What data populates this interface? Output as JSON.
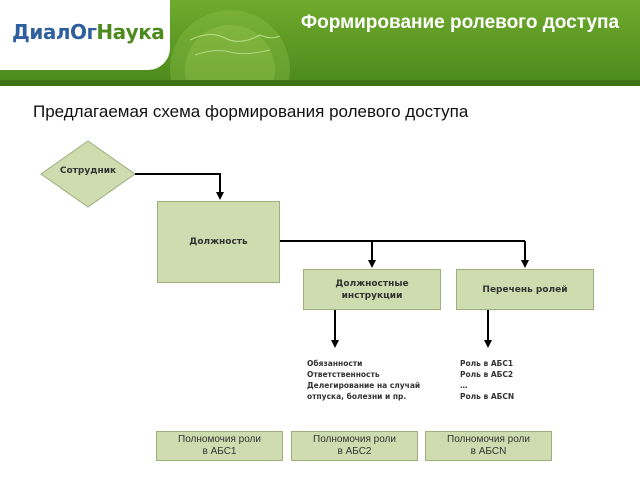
{
  "header": {
    "logo_main": "ДиалОг",
    "logo_accent": "Наука",
    "title": "Формирование ролевого доступа"
  },
  "subtitle": "Предлагаемая схема формирования ролевого доступа",
  "diagram": {
    "employee": "Сотрудник",
    "position": "Должность",
    "job_instructions": "Должностные инструкции",
    "role_list": "Перечень ролей",
    "duties": [
      "Обязанности",
      "Ответственность",
      "Делегирование на случай",
      "отпуска, болезни и пр."
    ],
    "roles": [
      "Роль в АБС1",
      "Роль в АБС2",
      "…",
      "Роль в АБСN"
    ],
    "permissions": [
      {
        "line1": "Полномочия роли",
        "line2": "в АБС1"
      },
      {
        "line1": "Полномочия роли",
        "line2": "в АБС2"
      },
      {
        "line1": "Полномочия роли",
        "line2": "в АБСN"
      }
    ]
  },
  "colors": {
    "header_green": "#5c9a25",
    "box_fill": "#cfdcb0",
    "box_border": "#9eae7c",
    "logo_blue": "#2f5f9e"
  }
}
